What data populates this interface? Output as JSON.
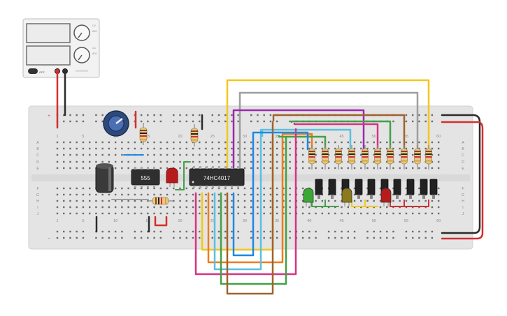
{
  "power_supply": {
    "on_label": "OFF",
    "knob1_labels": [
      "CV",
      "ADJ"
    ],
    "knob2_labels": [
      "CC",
      "ADJ"
    ]
  },
  "breadboard": {
    "top_col_labels": [
      "1",
      "5",
      "10",
      "15",
      "20",
      "25",
      "30",
      "35",
      "40",
      "45",
      "50",
      "55",
      "60"
    ],
    "bottom_col_labels": [
      "1",
      "5",
      "10",
      "15",
      "20",
      "25",
      "30",
      "35",
      "40",
      "45",
      "50",
      "55",
      "60"
    ],
    "row_labels_top": [
      "A",
      "B",
      "C",
      "D",
      "E"
    ],
    "row_labels_bottom": [
      "F",
      "G",
      "H",
      "I",
      "J"
    ],
    "rail_plus": "+",
    "rail_minus": "−"
  },
  "chips": {
    "timer_label": "555",
    "counter_label": "74HC4017"
  },
  "colors": {
    "board": "#e4e4e4",
    "red_wire": "#d32f2f",
    "yellow_wire": "#f2c81a",
    "gray_wire": "#9e9e9e",
    "purple_wire": "#9c27b0",
    "brown_wire": "#a0622d",
    "orange_wire": "#ef7d1a",
    "green_wire": "#43a047",
    "cyan_wire": "#5bc0de",
    "blue_wire": "#1e88e5",
    "magenta_wire": "#d63384",
    "black_wire": "#2b2b2b"
  }
}
